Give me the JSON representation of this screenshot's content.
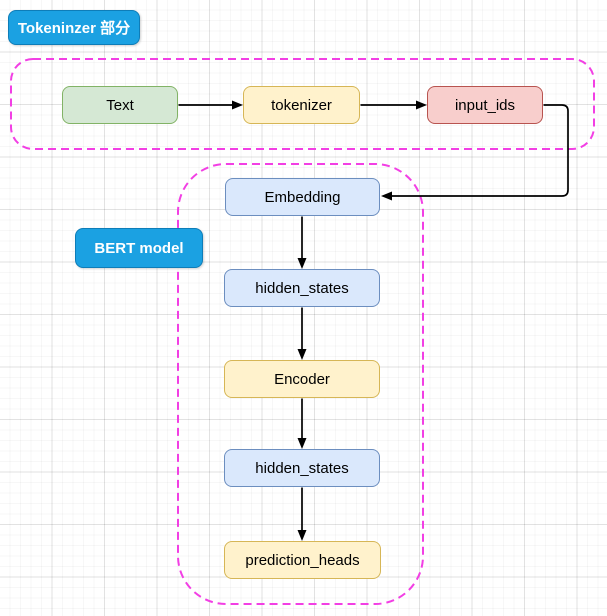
{
  "canvas": {
    "background": "#FFFFFF",
    "grid_minor_color": "#F4F4F4",
    "grid_major_color": "#E5E5E5"
  },
  "section_labels": {
    "tokenizer": {
      "text": "Tokeninzer 部分",
      "fill": "#1BA1E2",
      "border": "#0E7DB8",
      "text_color": "#FFFFFF"
    },
    "bert": {
      "text": "BERT model",
      "fill": "#1BA1E2",
      "border": "#0E7DB8",
      "text_color": "#FFFFFF"
    }
  },
  "containers": {
    "tokenizer_group": {
      "border_color": "#F23FE4"
    },
    "bert_group": {
      "border_color": "#F23FE4"
    }
  },
  "nodes": {
    "text": {
      "label": "Text",
      "fill": "#D5E8D4",
      "border": "#82B366"
    },
    "tokenizer": {
      "label": "tokenizer",
      "fill": "#FFF2CC",
      "border": "#D6B656"
    },
    "input_ids": {
      "label": "input_ids",
      "fill": "#F8CECC",
      "border": "#B85450"
    },
    "embedding": {
      "label": "Embedding",
      "fill": "#DAE8FC",
      "border": "#6C8EBF"
    },
    "hidden_states_1": {
      "label": "hidden_states",
      "fill": "#DAE8FC",
      "border": "#6C8EBF"
    },
    "encoder": {
      "label": "Encoder",
      "fill": "#FFF2CC",
      "border": "#D6B656"
    },
    "hidden_states_2": {
      "label": "hidden_states",
      "fill": "#DAE8FC",
      "border": "#6C8EBF"
    },
    "prediction_heads": {
      "label": "prediction_heads",
      "fill": "#FFF2CC",
      "border": "#D6B656"
    }
  },
  "edges": {
    "color": "#000000",
    "list": [
      {
        "from": "text",
        "to": "tokenizer"
      },
      {
        "from": "tokenizer",
        "to": "input_ids"
      },
      {
        "from": "input_ids",
        "to": "embedding"
      },
      {
        "from": "embedding",
        "to": "hidden_states_1"
      },
      {
        "from": "hidden_states_1",
        "to": "encoder"
      },
      {
        "from": "encoder",
        "to": "hidden_states_2"
      },
      {
        "from": "hidden_states_2",
        "to": "prediction_heads"
      }
    ]
  }
}
